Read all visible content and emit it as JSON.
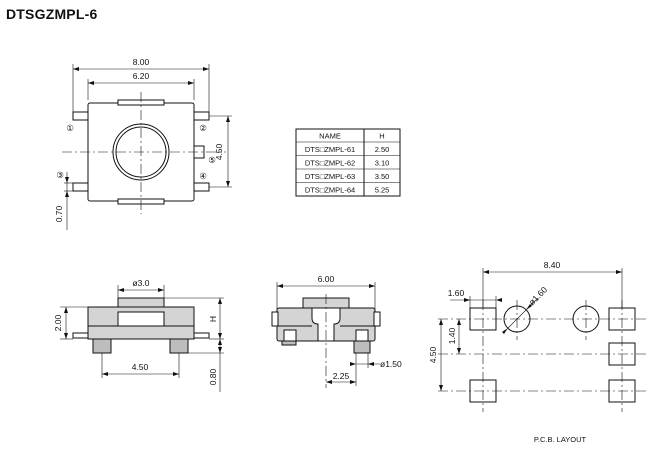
{
  "title": "DTSGZMPL-6",
  "top_view": {
    "dim_8_00": "8.00",
    "dim_6_20": "6.20",
    "dim_4_50": "4.50",
    "dim_0_70": "0.70",
    "pin_1": "①",
    "pin_2": "②",
    "pin_3": "③",
    "pin_4": "④",
    "pin_5": "⑤"
  },
  "table": {
    "headers": [
      "NAME",
      "H"
    ],
    "rows": [
      {
        "name": "DTS□ZMPL-61",
        "h": "2.50"
      },
      {
        "name": "DTS□ZMPL-62",
        "h": "3.10"
      },
      {
        "name": "DTS□ZMPL-63",
        "h": "3.50"
      },
      {
        "name": "DTS□ZMPL-64",
        "h": "5.25"
      }
    ]
  },
  "side_view": {
    "dim_phi3": "ø3.0",
    "dim_2_00": "2.00",
    "dim_h": "H",
    "dim_4_50": "4.50",
    "dim_0_80": "0.80"
  },
  "front_view": {
    "dim_6_00": "6.00",
    "dim_2_25": "2.25",
    "dim_phi1_50": "ø1.50"
  },
  "pcb_layout": {
    "dim_8_40": "8.40",
    "dim_1_60": "1.60",
    "dim_phi1_60": "ø1.60",
    "dim_1_40": "1.40",
    "dim_4_50": "4.50",
    "caption": "P.C.B. LAYOUT"
  }
}
